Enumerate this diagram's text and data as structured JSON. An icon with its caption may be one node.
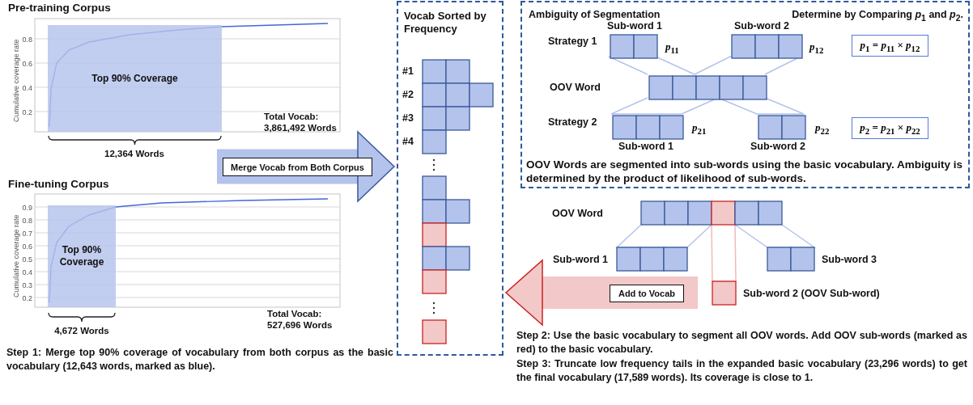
{
  "diagram": {
    "nodes": [
      {
        "text": [
          "Pre-training Corpus"
        ]
      },
      {
        "text": [
          "Top 90% Coverage"
        ],
        "in": 0
      },
      {
        "text": [
          "Fine-tuning Corpus"
        ]
      },
      {
        "text": [
          "Top 90% Coverage"
        ],
        "in": 2
      },
      {
        "text": [
          "Vocab Sorted by Frequency"
        ]
      },
      {
        "text": [
          "Ambiguity of Segmentation",
          "Determine by Comparing *p*$_{1}$ and *p*$_{2}$.",
          "OOV Words are segmented into sub-words using the basic vocabulary. Ambiguity is determined by the product of likelihood of sub-words."
        ]
      },
      {
        "text": [
          "Sub-word 1"
        ],
        "beside": [
          "*p*$_{11}$"
        ],
        "in": 5
      },
      {
        "text": [
          "Sub-word 2"
        ],
        "beside": [
          "*p*$_{12}$"
        ],
        "in": 5
      },
      {
        "text": [
          "*p*$_{1}$ = *p*$_{11}$ × *p*$_{12}$"
        ],
        "in": 5
      },
      {
        "text": [
          "OOV Word"
        ],
        "in": 5
      },
      {
        "text": [
          "Sub-word 1"
        ],
        "beside": [
          "*p*$_{21}$"
        ],
        "in": 5
      },
      {
        "text": [
          "Sub-word 2"
        ],
        "beside": [
          "*p*$_{22}$"
        ],
        "in": 5
      },
      {
        "text": [
          "*p*$_{2}$ = *p*$_{21}$ × *p*$_{22}$"
        ],
        "in": 5
      },
      {
        "text": [
          "OOV Word"
        ]
      },
      {
        "text": [
          "Sub-word 1"
        ]
      },
      {
        "text": [
          "Sub-word 3"
        ]
      },
      {
        "text": [
          "Sub-word 2 (OOV Sub-word)"
        ]
      }
    ],
    "edges": [
      {
        "from": 9,
        "to": 6,
        "arrow": "none"
      },
      {
        "from": 9,
        "to": 7,
        "arrow": "none"
      },
      {
        "from": 9,
        "to": 10,
        "arrow": "none"
      },
      {
        "from": 9,
        "to": 11,
        "arrow": "none"
      },
      {
        "from": 13,
        "to": 14,
        "arrow": "none"
      },
      {
        "from": 13,
        "to": 15,
        "arrow": "none"
      },
      {
        "from": 13,
        "to": 16,
        "arrow": "none",
        "color": "#f4b8b8"
      },
      {
        "from": null,
        "to": 4,
        "arrow": "to",
        "label": "Merge Vocab from Both Corpus",
        "style": "thick"
      },
      {
        "from": null,
        "to": 4,
        "arrow": "to",
        "label": "Add to Vocab",
        "style": "thick",
        "color": "#f2c8c8"
      }
    ],
    "labels": [
      "0.8",
      "0.6",
      "0.4",
      "0.2",
      "Cumulative coverage rate",
      "Total Vocab: 3,861,492 Words",
      "12,364 Words",
      "0.9",
      "0.8",
      "0.7",
      "0.6",
      "0.5",
      "0.4",
      "0.3",
      "0.2",
      "Cumulative coverage rate",
      "Total Vocab: 527,696 Words",
      "4,672 Words",
      "Step 1: Merge top 90% coverage of vocabulary from both corpus as the basic vocabulary (12,643 words, marked as blue).",
      "#1",
      "#2",
      "#3",
      "#4",
      "Strategy 1",
      "Strategy 2",
      "Step 2: Use the basic vocabulary to segment all OOV words. Add OOV sub-words (marked as red) to the basic vocabulary.",
      "Step 3: Truncate low frequency tails in the expanded basic vocabulary (23,296 words) to get the final vocabulary (17,589 words). Its coverage is close to 1."
    ]
  }
}
